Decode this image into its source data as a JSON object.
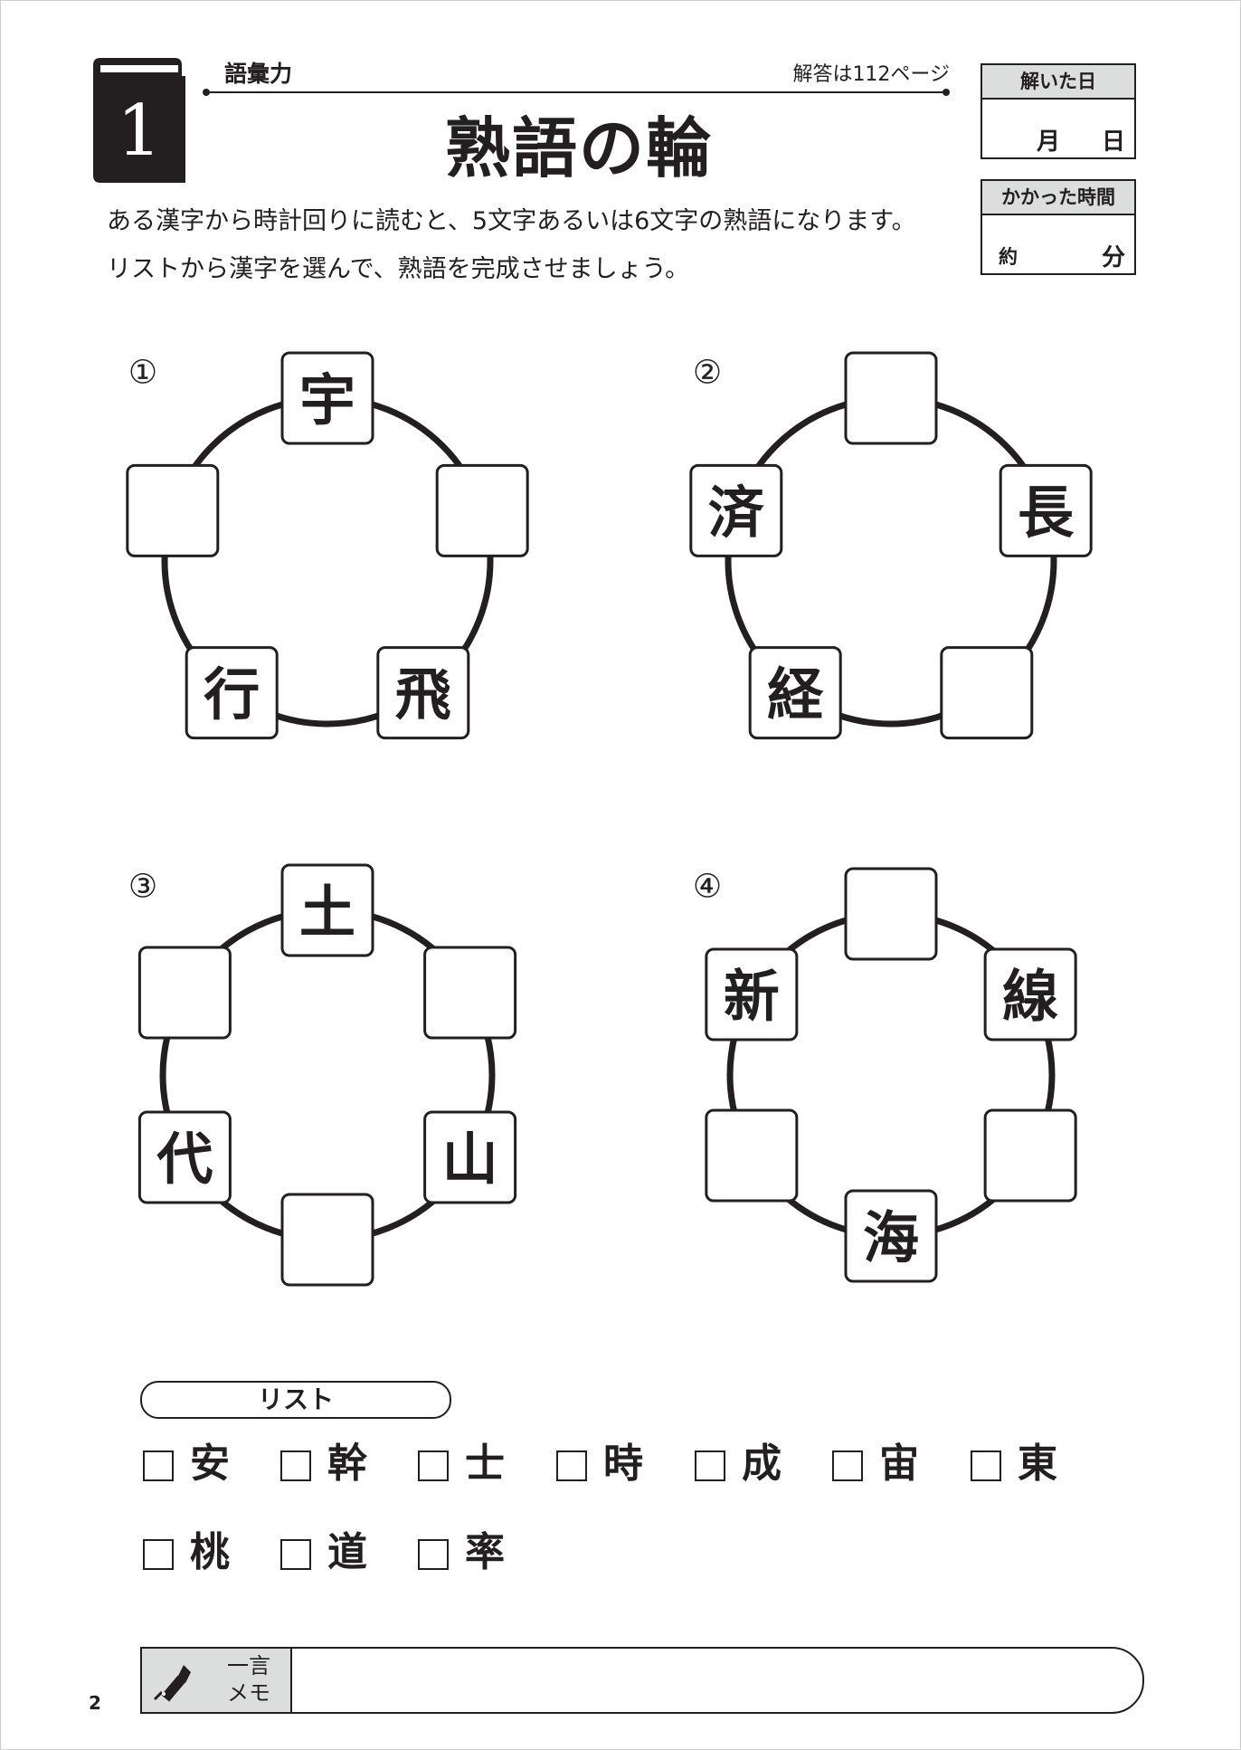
{
  "header": {
    "chapter_number": "1",
    "category": "語彙力",
    "answer_page": "解答は112ページ",
    "title": "熟語の輪",
    "instructions": [
      "ある漢字から時計回りに読むと、5文字あるいは6文字の熟語になります。",
      "リストから漢字を選んで、熟語を完成させましょう。"
    ]
  },
  "record_boxes": {
    "solved_date": {
      "heading": "解いた日",
      "month_label": "月",
      "day_label": "日"
    },
    "time_taken": {
      "heading": "かかった時間",
      "approx_label": "約",
      "minutes_label": "分"
    }
  },
  "puzzles": [
    {
      "label": "①",
      "slots": [
        "宇",
        "",
        "飛",
        "行",
        ""
      ]
    },
    {
      "label": "②",
      "slots": [
        "",
        "長",
        "",
        "経",
        "済"
      ]
    },
    {
      "label": "③",
      "slots": [
        "土",
        "",
        "山",
        "",
        "代",
        ""
      ]
    },
    {
      "label": "④",
      "slots": [
        "",
        "線",
        "",
        "海",
        "",
        "新"
      ]
    }
  ],
  "word_list": {
    "heading": "リスト",
    "items": [
      "安",
      "幹",
      "士",
      "時",
      "成",
      "宙",
      "東",
      "桃",
      "道",
      "率"
    ]
  },
  "memo": {
    "label_line1": "一言",
    "label_line2": "メモ",
    "icon": "pen-icon"
  },
  "page_number": "2",
  "colors": {
    "ink": "#231f20",
    "gray_fill": "#dcdddd"
  }
}
